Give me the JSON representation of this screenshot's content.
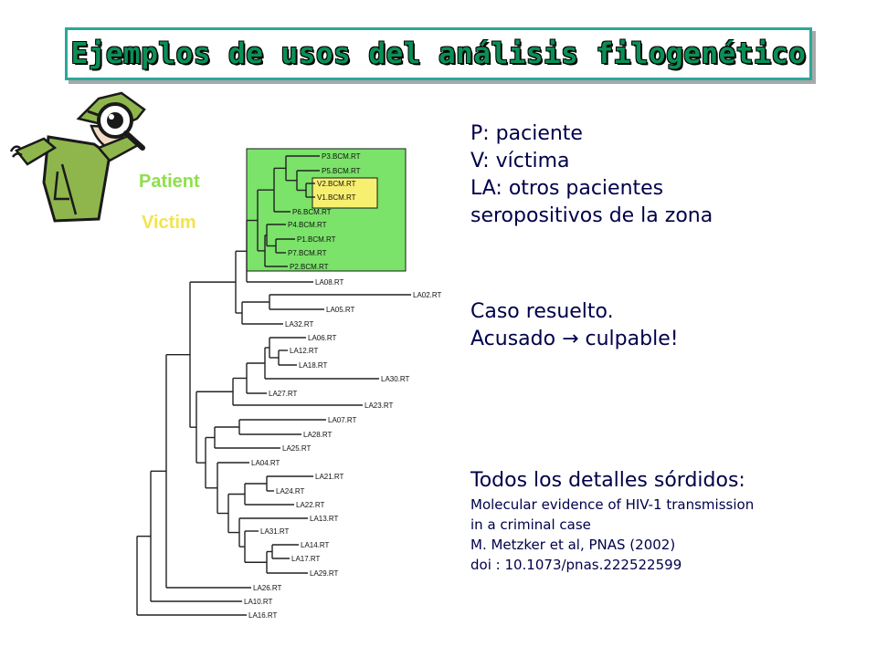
{
  "title": "Ejemplos de usos del análisis filogenético",
  "legend": {
    "patient": "Patient",
    "victim": "Victim"
  },
  "colors": {
    "patient_box": "#7be26a",
    "victim_box": "#f7ef70",
    "title_text": "#0a8f56",
    "title_border": "#2aa89a",
    "info_text": "#00004a"
  },
  "info": {
    "lines": [
      "P: paciente",
      "V: víctima",
      "LA: otros pacientes",
      "seropositivos de la zona"
    ],
    "case_line1": "Caso resuelto.",
    "case_line2_a": "Acusado",
    "case_arrow": "→",
    "case_line2_b": "culpable!",
    "details_heading": "Todos los detalles sórdidos:",
    "ref_lines": [
      "Molecular evidence of HIV-1 transmission",
      "in a criminal case",
      "M. Metzker et al, PNAS (2002)",
      "doi : 10.1073/pnas.222522599"
    ]
  },
  "tree": {
    "leaves": [
      "P3.BCM.RT",
      "P5.BCM.RT",
      "V2.BCM.RT",
      "V1.BCM.RT",
      "P6.BCM.RT",
      "P4.BCM.RT",
      "P1.BCM.RT",
      "P7.BCM.RT",
      "P2.BCM.RT",
      "LA08.RT",
      "LA02.RT",
      "LA05.RT",
      "LA32.RT",
      "LA06.RT",
      "LA12.RT",
      "LA18.RT",
      "LA30.RT",
      "LA27.RT",
      "LA23.RT",
      "LA07.RT",
      "LA28.RT",
      "LA25.RT",
      "LA04.RT",
      "LA21.RT",
      "LA24.RT",
      "LA22.RT",
      "LA13.RT",
      "LA31.RT",
      "LA14.RT",
      "LA17.RT",
      "LA29.RT",
      "LA26.RT",
      "LA10.RT",
      "LA16.RT"
    ]
  }
}
